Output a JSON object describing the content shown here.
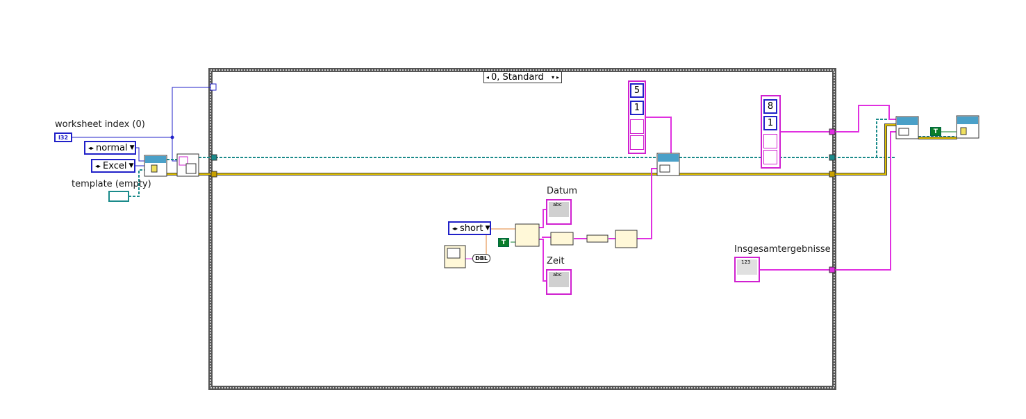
{
  "case_selector": {
    "label": "0, Standard"
  },
  "labels": {
    "worksheet_index": "worksheet index (0)",
    "template": "template (empty)",
    "datum": "Datum",
    "zeit": "Zeit",
    "insgesamt": "Insgesamtergebnisse"
  },
  "constants": {
    "i32": "I32",
    "normal": "normal",
    "excel": "Excel",
    "short": "short",
    "dbl": "DBL",
    "true1": "T",
    "true2": "T",
    "abc": "abc",
    "num123": "123"
  },
  "arrays": {
    "array1": {
      "index": "5",
      "value": "1"
    },
    "array2": {
      "index": "8",
      "value": "1"
    }
  },
  "colors": {
    "blue_wire": "#2020c8",
    "pink_wire": "#e030e0",
    "teal_wire": "#1a8a8a",
    "yellow_wire": "#c8a000",
    "frame": "#555555"
  }
}
